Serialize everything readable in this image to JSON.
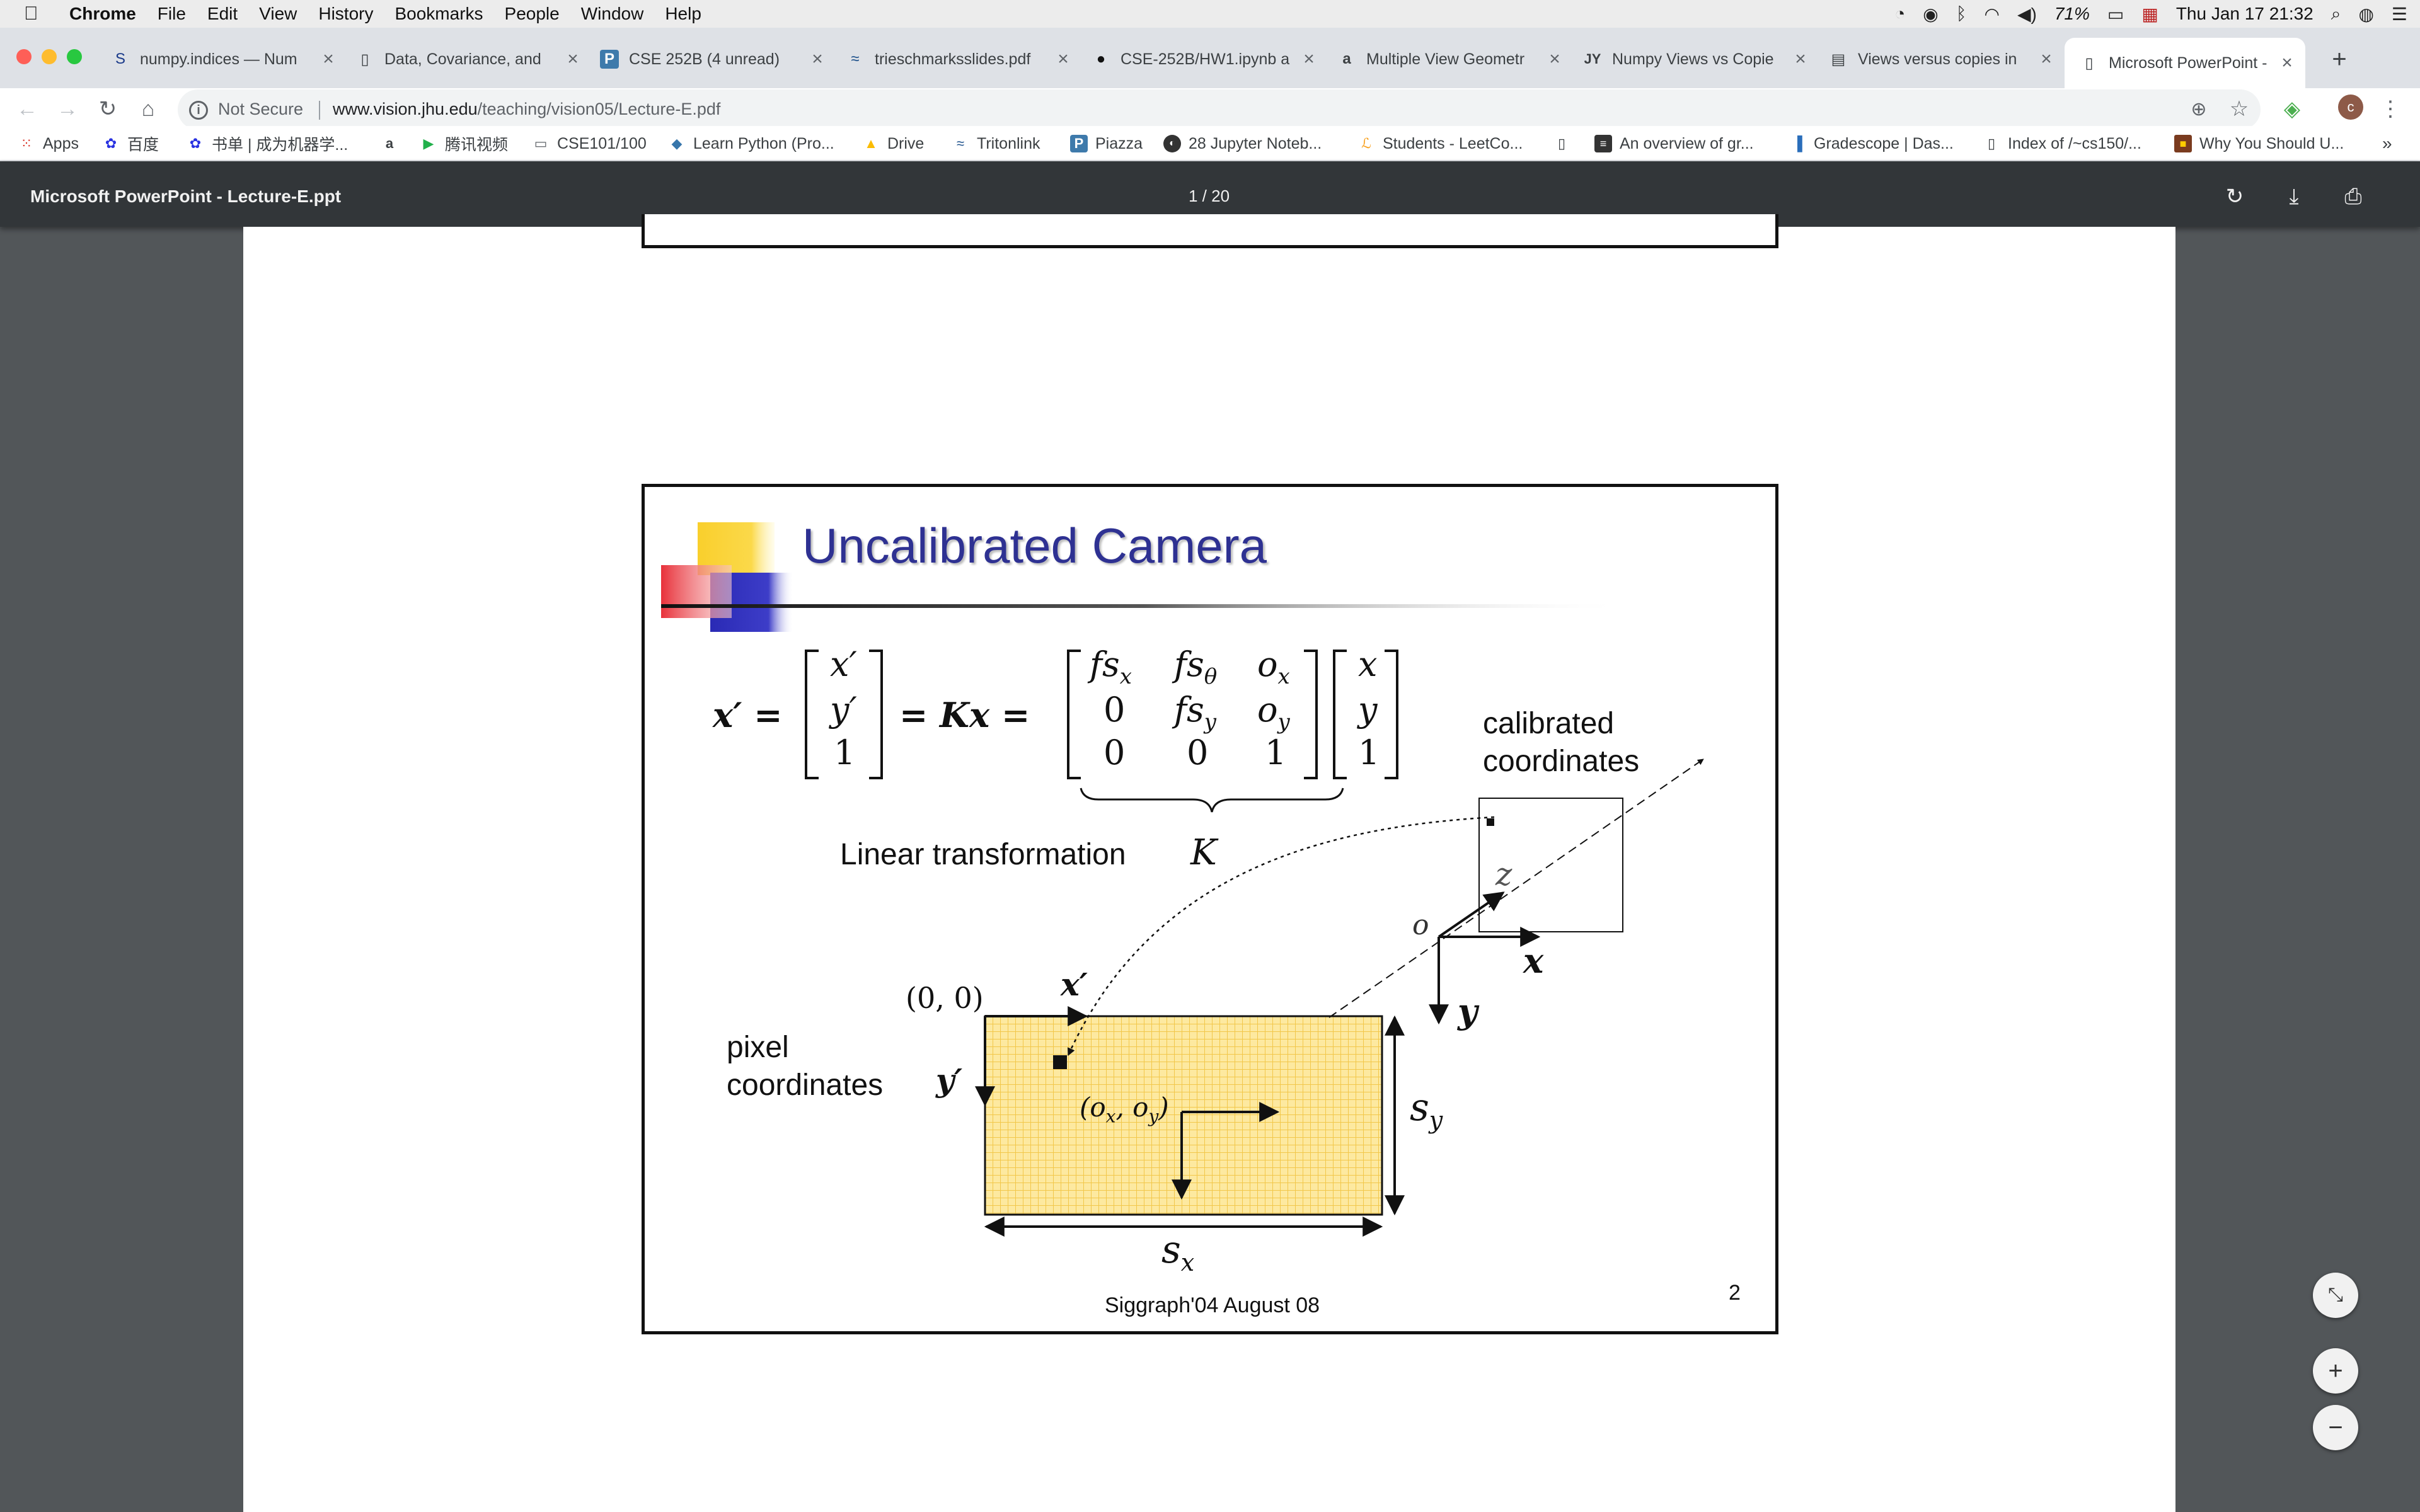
{
  "menubar": {
    "app": "Chrome",
    "items": [
      "File",
      "Edit",
      "View",
      "History",
      "Bookmarks",
      "People",
      "Window",
      "Help"
    ],
    "battery": "71%",
    "datetime": "Thu Jan 17  21:32"
  },
  "tabs": [
    {
      "title": "numpy.indices — Num",
      "icon": "S"
    },
    {
      "title": "Data, Covariance, and",
      "icon": "▯"
    },
    {
      "title": "CSE 252B (4 unread)",
      "icon": "P"
    },
    {
      "title": "trieschmarksslides.pdf",
      "icon": "≈"
    },
    {
      "title": "CSE-252B/HW1.ipynb a",
      "icon": "●"
    },
    {
      "title": "Multiple View Geometr",
      "icon": "a"
    },
    {
      "title": "Numpy Views vs Copie",
      "icon": "JY"
    },
    {
      "title": "Views versus copies in",
      "icon": "▤"
    },
    {
      "title": "Microsoft PowerPoint -",
      "icon": "▯"
    }
  ],
  "address": {
    "security": "Not Secure",
    "host": "www.vision.jhu.edu",
    "path": "/teaching/vision05/Lecture-E.pdf"
  },
  "bookmarks": [
    "Apps",
    "百度",
    "书单 | 成为机器学...",
    "",
    "腾讯视频",
    "CSE101/100",
    "Learn Python (Pro...",
    "Drive",
    "Tritonlink",
    "Piazza",
    "28 Jupyter Noteb...",
    "Students - LeetCo...",
    "",
    "An overview of gr...",
    "Gradescope | Das...",
    "Index of /~cs150/...",
    "Why You Should U..."
  ],
  "pdf": {
    "title": "Microsoft PowerPoint - Lecture-E.ppt",
    "page_indicator": "1  / 20"
  },
  "slide": {
    "title": "Uncalibrated Camera",
    "linear_transformation": "Linear transformation",
    "k_label": "K",
    "calibrated": "calibrated",
    "coordinates1": "coordinates",
    "pixel": "pixel",
    "coordinates2": "coordinates",
    "origin_label": "(0, 0)",
    "principal_label": "(o",
    "footer": "Siggraph'04 August 08",
    "number": "2"
  },
  "colors": {
    "title_blue": "#2e3192",
    "grid_fill": "#fde9a0",
    "grid_line": "#f2c74a"
  }
}
